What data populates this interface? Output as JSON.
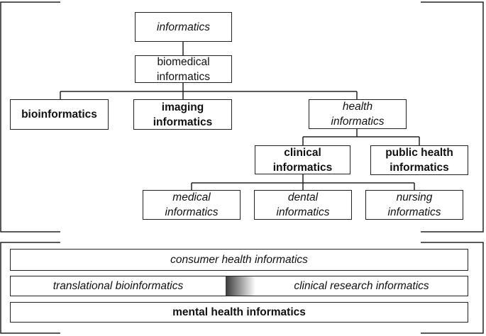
{
  "hierarchy": {
    "informatics": {
      "lines": [
        "informatics"
      ]
    },
    "biomedical_informatics": {
      "lines": [
        "biomedical",
        "informatics"
      ]
    },
    "bioinformatics": {
      "lines": [
        "bioinformatics"
      ]
    },
    "imaging_informatics": {
      "lines": [
        "imaging",
        "informatics"
      ]
    },
    "health_informatics": {
      "lines": [
        "health",
        "informatics"
      ]
    },
    "clinical_informatics": {
      "lines": [
        "clinical",
        "informatics"
      ]
    },
    "public_health_informatics": {
      "lines": [
        "public health",
        "informatics"
      ]
    },
    "medical_informatics": {
      "lines": [
        "medical",
        "informatics"
      ]
    },
    "dental_informatics": {
      "lines": [
        "dental",
        "informatics"
      ]
    },
    "nursing_informatics": {
      "lines": [
        "nursing",
        "informatics"
      ]
    }
  },
  "bands": {
    "consumer_health": "consumer health informatics",
    "translational_bioinformatics": "translational bioinformatics",
    "clinical_research": "clinical research informatics",
    "mental_health": "mental health informatics"
  }
}
